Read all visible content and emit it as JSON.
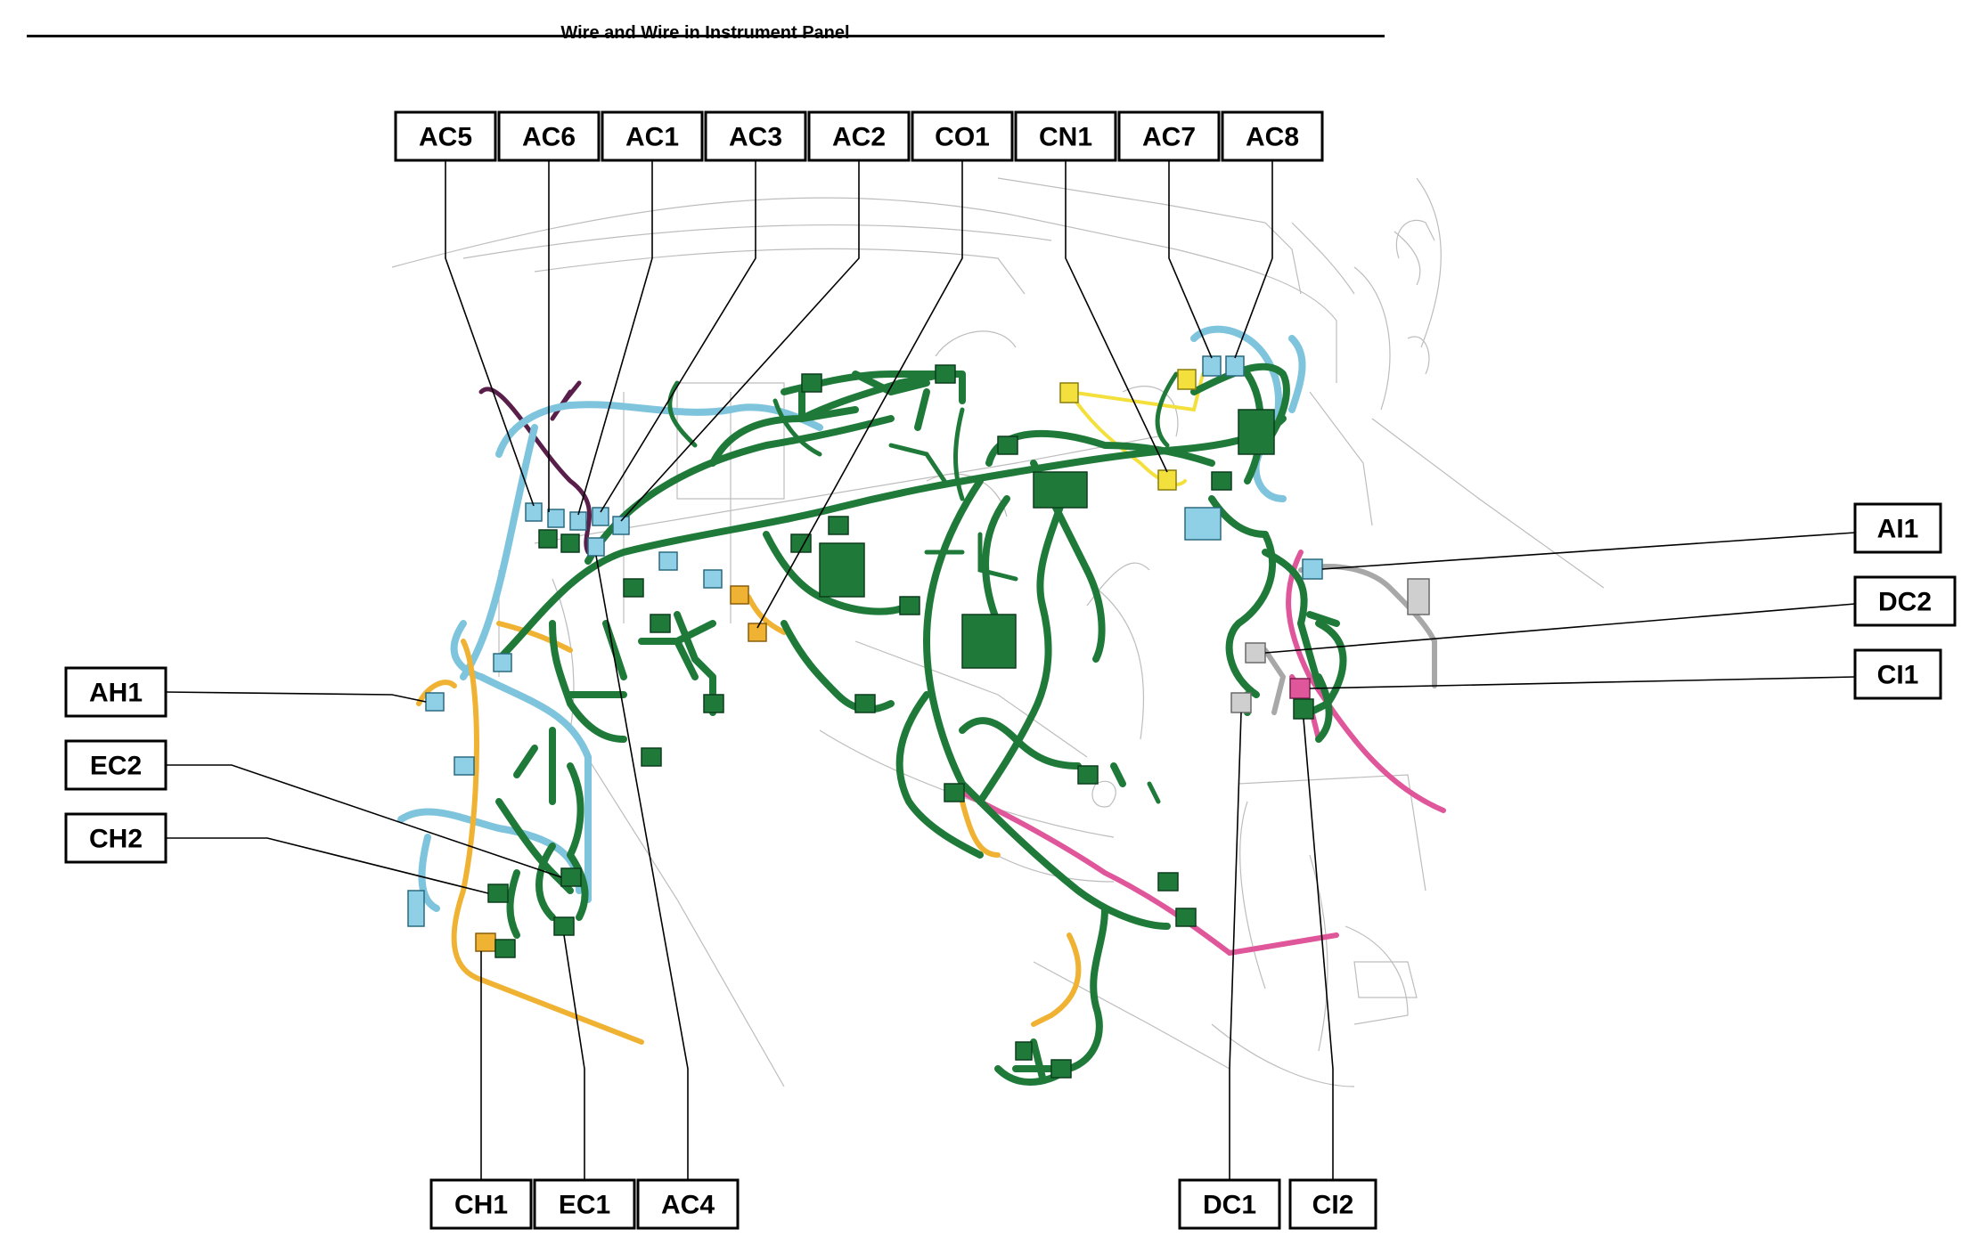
{
  "page": {
    "title": "Wire and Wire in Instrument Panel"
  },
  "colors": {
    "harness_main": "#1f7a3a",
    "harness_blue": "#7ec4dc",
    "harness_orange": "#f0b232",
    "harness_pink": "#e0569a",
    "harness_yellow": "#f3e03c",
    "harness_purple": "#5a1e4a",
    "outline": "#bdbdbd"
  },
  "callouts": {
    "AC5": "AC5",
    "AC6": "AC6",
    "AC1": "AC1",
    "AC3": "AC3",
    "AC2": "AC2",
    "CO1": "CO1",
    "CN1": "CN1",
    "AC7": "AC7",
    "AC8": "AC8",
    "AI1": "AI1",
    "DC2": "DC2",
    "CI1": "CI1",
    "AH1": "AH1",
    "EC2": "EC2",
    "CH2": "CH2",
    "CH1": "CH1",
    "EC1": "EC1",
    "AC4": "AC4",
    "DC1": "DC1",
    "CI2": "CI2"
  }
}
